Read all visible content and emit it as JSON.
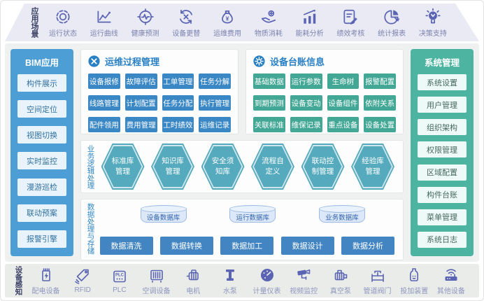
{
  "colors": {
    "accent_blue": "#3a87c6",
    "accent_teal": "#42a795",
    "sidebar_blue": "#4e9ed6",
    "sidebar_teal": "#4db4a2",
    "hexagon_teal": "#55aabd",
    "icon_indigo": "#5a64b3",
    "header_blue": "#2980c4"
  },
  "top_bar": {
    "title": "应用场景",
    "items": [
      {
        "label": "运行状态",
        "icon": "run-status-icon"
      },
      {
        "label": "运行曲线",
        "icon": "run-curve-icon"
      },
      {
        "label": "健康预测",
        "icon": "health-forecast-icon"
      },
      {
        "label": "设备更替",
        "icon": "equipment-replace-icon"
      },
      {
        "label": "运维费用",
        "icon": "maintenance-cost-icon",
        "icon_text": "¥"
      },
      {
        "label": "物质消耗",
        "icon": "material-consumption-icon"
      },
      {
        "label": "能耗分析",
        "icon": "energy-analysis-icon"
      },
      {
        "label": "绩效考核",
        "icon": "performance-assessment-icon"
      },
      {
        "label": "统计报表",
        "icon": "statistics-report-icon"
      },
      {
        "label": "决策支持",
        "icon": "decision-support-icon"
      }
    ]
  },
  "bim_panel": {
    "title": "BIM应用",
    "items": [
      "构件展示",
      "空间定位",
      "视图切换",
      "实时监控",
      "漫游巡检",
      "联动预案",
      "报警引擎"
    ]
  },
  "ops_panel": {
    "title": "运维过程管理",
    "buttons": [
      "设备报修",
      "故障评估",
      "工单管理",
      "任务分解",
      "线路管理",
      "计划配置",
      "任务分配",
      "执行管理",
      "配件领用",
      "费用管理",
      "工时绩效",
      "运维记录"
    ]
  },
  "ledger_panel": {
    "title": "设备台账信息",
    "buttons": [
      "基础数据",
      "运行参数",
      "生命树",
      "报警配置",
      "到期预测",
      "设备变动",
      "设备组件",
      "依附关系",
      "关联标准",
      "维保记录",
      "重点设备",
      "设备处置"
    ]
  },
  "logic_panel": {
    "title": "业务逻辑处理",
    "hexagons": [
      {
        "line1": "标准库",
        "line2": "管理"
      },
      {
        "line1": "知识库",
        "line2": "管理"
      },
      {
        "line1": "安全须",
        "line2": "知库"
      },
      {
        "line1": "流程自",
        "line2": "定义"
      },
      {
        "line1": "联动控",
        "line2": "制管理"
      },
      {
        "line1": "经验库",
        "line2": "管理"
      }
    ]
  },
  "data_panel": {
    "title": "数据处理与存储",
    "databases": [
      "设备数据库",
      "运行数据库",
      "业务数据库"
    ],
    "buttons": [
      "数据清洗",
      "数据转换",
      "数据加工",
      "数据设计",
      "数据分析"
    ]
  },
  "system_panel": {
    "title": "系统管理",
    "items": [
      "系统设置",
      "用户管理",
      "组织架构",
      "权限管理",
      "区域配置",
      "构件台账",
      "菜单管理",
      "系统日志"
    ]
  },
  "bottom_bar": {
    "title": "设备感知",
    "items": [
      {
        "label": "配电设备",
        "icon": "power-distribution-icon"
      },
      {
        "label": "RFID",
        "icon": "rfid-icon"
      },
      {
        "label": "PLC",
        "icon": "plc-icon",
        "icon_text": "PLC"
      },
      {
        "label": "空调设备",
        "icon": "air-conditioner-icon"
      },
      {
        "label": "电机",
        "icon": "motor-icon"
      },
      {
        "label": "水泵",
        "icon": "water-pump-icon"
      },
      {
        "label": "计量仪表",
        "icon": "meter-icon"
      },
      {
        "label": "视频监控",
        "icon": "video-surveillance-icon"
      },
      {
        "label": "真空泵",
        "icon": "vacuum-pump-icon"
      },
      {
        "label": "管道阀门",
        "icon": "pipe-valve-icon"
      },
      {
        "label": "投加装置",
        "icon": "dosing-device-icon"
      },
      {
        "label": "其他设备",
        "icon": "other-equipment-icon"
      }
    ]
  }
}
